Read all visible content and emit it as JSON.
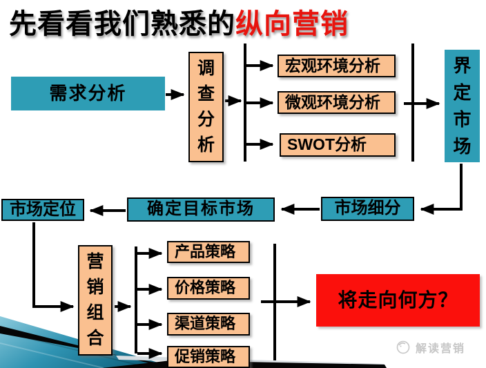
{
  "title": {
    "prefix": "先看看我们熟悉的",
    "highlight": "纵向营销"
  },
  "colors": {
    "teal": "#2e9db5",
    "orange": "#fac090",
    "red": "#fb100c",
    "title_red": "#e8140e"
  },
  "flow": {
    "demand": "需求分析",
    "survey": "调查分析",
    "macro": "宏观环境分析",
    "micro": "微观环境分析",
    "swot": "SWOT分析",
    "define_market": "界定市场",
    "segmentation": "市场细分",
    "targeting": "确定目标市场",
    "positioning": "市场定位",
    "marketing_mix": "营销组合",
    "product": "产品策略",
    "price": "价格策略",
    "channel": "渠道策略",
    "promotion": "促销策略",
    "question": "将走向何方？"
  },
  "watermark": {
    "brand": "解读营销"
  }
}
